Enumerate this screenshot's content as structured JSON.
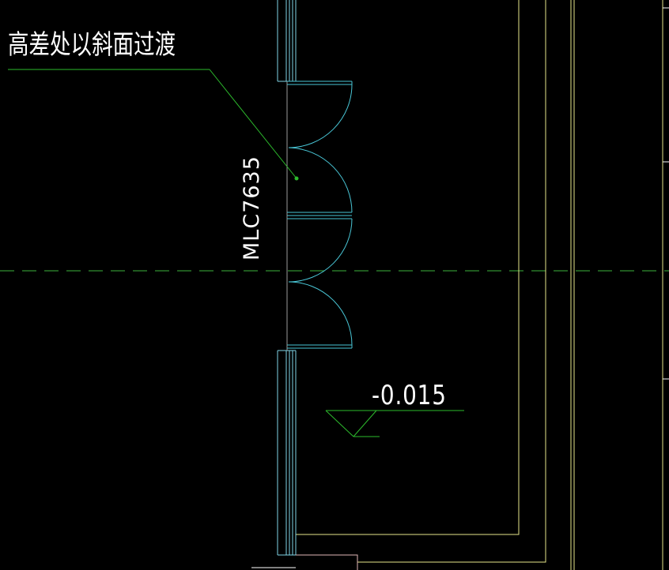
{
  "drawing": {
    "annotation": "高差处以斜面过渡",
    "door_tag": "MLC7635",
    "elevation": "-0.015"
  },
  "colors": {
    "background": "#000000",
    "wall": "#7fd4e6",
    "door": "#49c6d6",
    "leader": "#2dbb2d",
    "axis": "#3cb43c",
    "boundary": "#e6e68a",
    "text": "#ffffff",
    "floor_edge": "#e0b6b6"
  }
}
